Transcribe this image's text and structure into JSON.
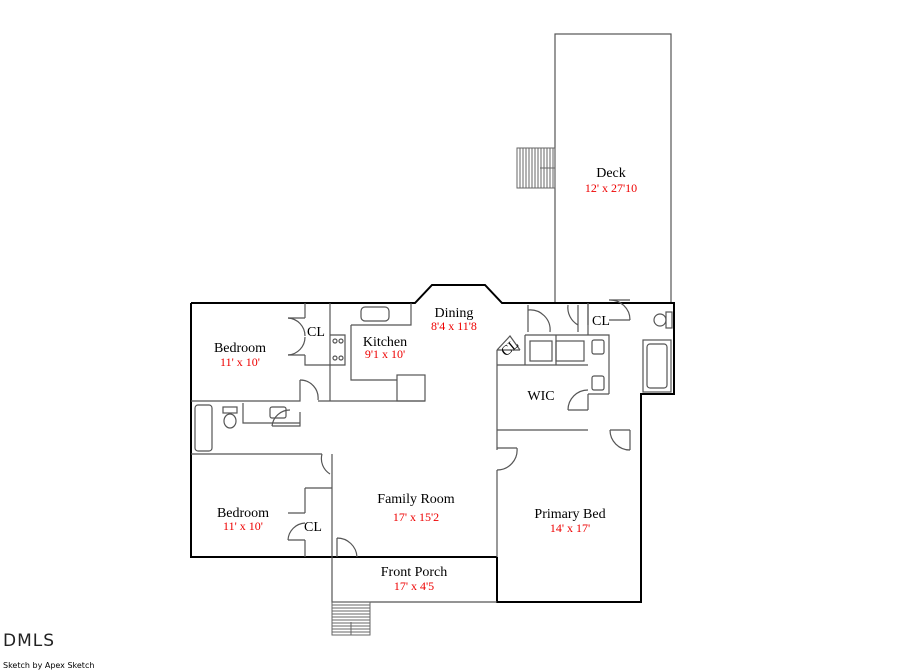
{
  "rooms": {
    "deck": {
      "name": "Deck",
      "dims": "12' x 27'10"
    },
    "dining": {
      "name": "Dining",
      "dims": "8'4 x 11'8"
    },
    "kitchen": {
      "name": "Kitchen",
      "dims": "9'1 x 10'"
    },
    "bedroom1": {
      "name": "Bedroom",
      "dims": "11' x 10'"
    },
    "bedroom2": {
      "name": "Bedroom",
      "dims": "11' x 10'"
    },
    "family_room": {
      "name": "Family Room",
      "dims": "17' x 15'2"
    },
    "primary_bed": {
      "name": "Primary Bed",
      "dims": "14' x 17'"
    },
    "front_porch": {
      "name": "Front Porch",
      "dims": "17' x 4'5"
    },
    "wic": {
      "name": "WIC"
    }
  },
  "closets": [
    "CL",
    "CL",
    "CL",
    "CL"
  ],
  "footer": {
    "logo": "DMLS",
    "credit": "Sketch by Apex Sketch"
  },
  "colors": {
    "walls": "#000000",
    "dimensions": "#ee0000"
  }
}
